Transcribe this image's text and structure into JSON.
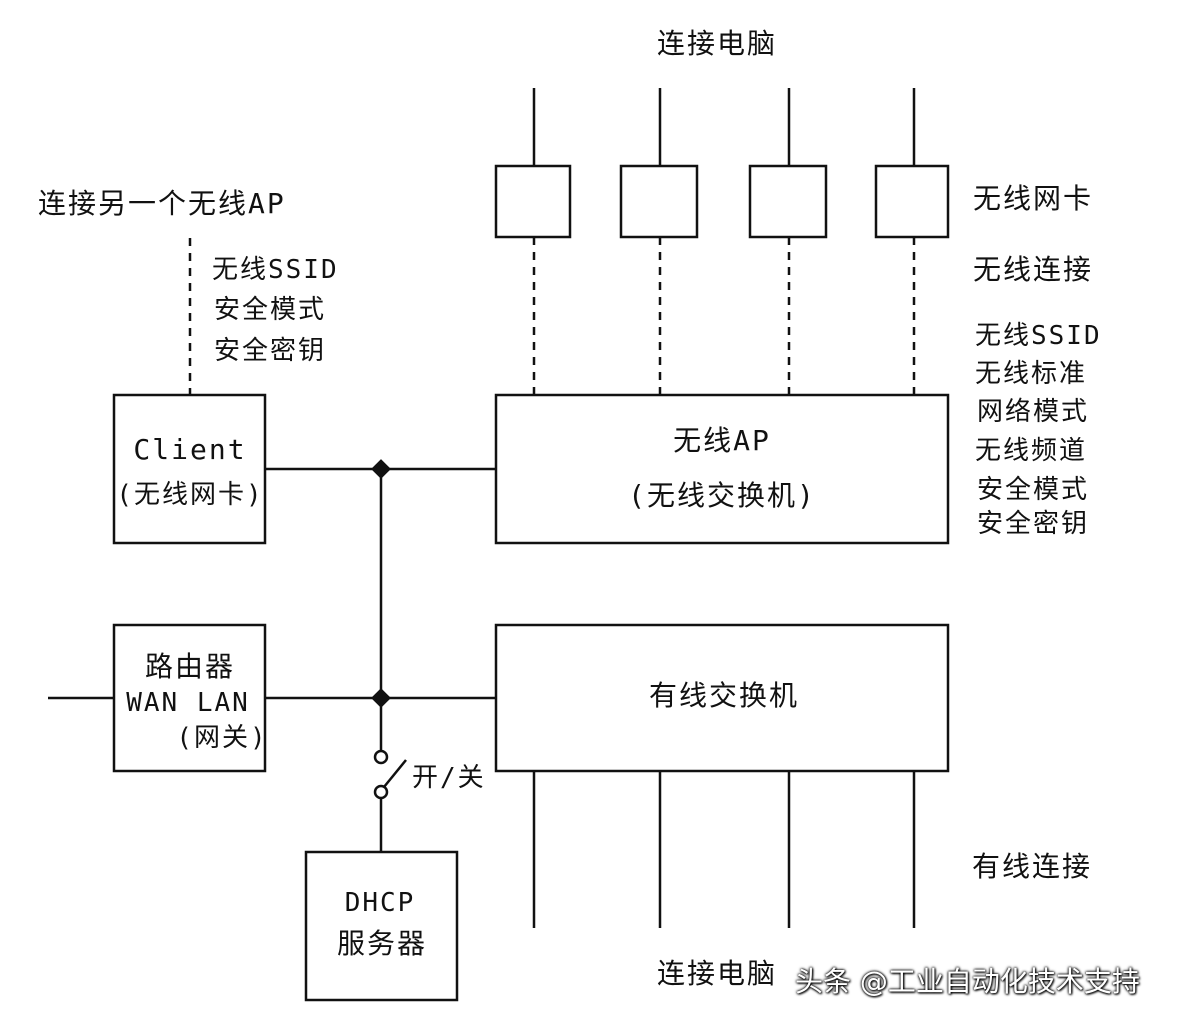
{
  "top_label": "连接电脑",
  "bottom_label": "连接电脑",
  "other_ap_label": "连接另一个无线AP",
  "client_params": [
    "无线SSID",
    "安全模式",
    "安全密钥"
  ],
  "wireless_nic_label": "无线网卡",
  "wireless_conn_label": "无线连接",
  "ap_params": [
    "无线SSID",
    "无线标准",
    "网络模式",
    "无线频道",
    "安全模式",
    "安全密钥"
  ],
  "client_box": {
    "line1": "Client",
    "line2": "(无线网卡)"
  },
  "ap_box": {
    "line1": "无线AP",
    "line2": "(无线交换机)"
  },
  "router_box": {
    "line1": "路由器",
    "line2": "WAN LAN",
    "line3": "(网关)"
  },
  "switch_box": {
    "label": "有线交换机"
  },
  "dhcp_box": {
    "line1": "DHCP",
    "line2": "服务器"
  },
  "switch_label": "开/关",
  "wired_conn_label": "有线连接",
  "watermark": "头条 @工业自动化技术支持"
}
